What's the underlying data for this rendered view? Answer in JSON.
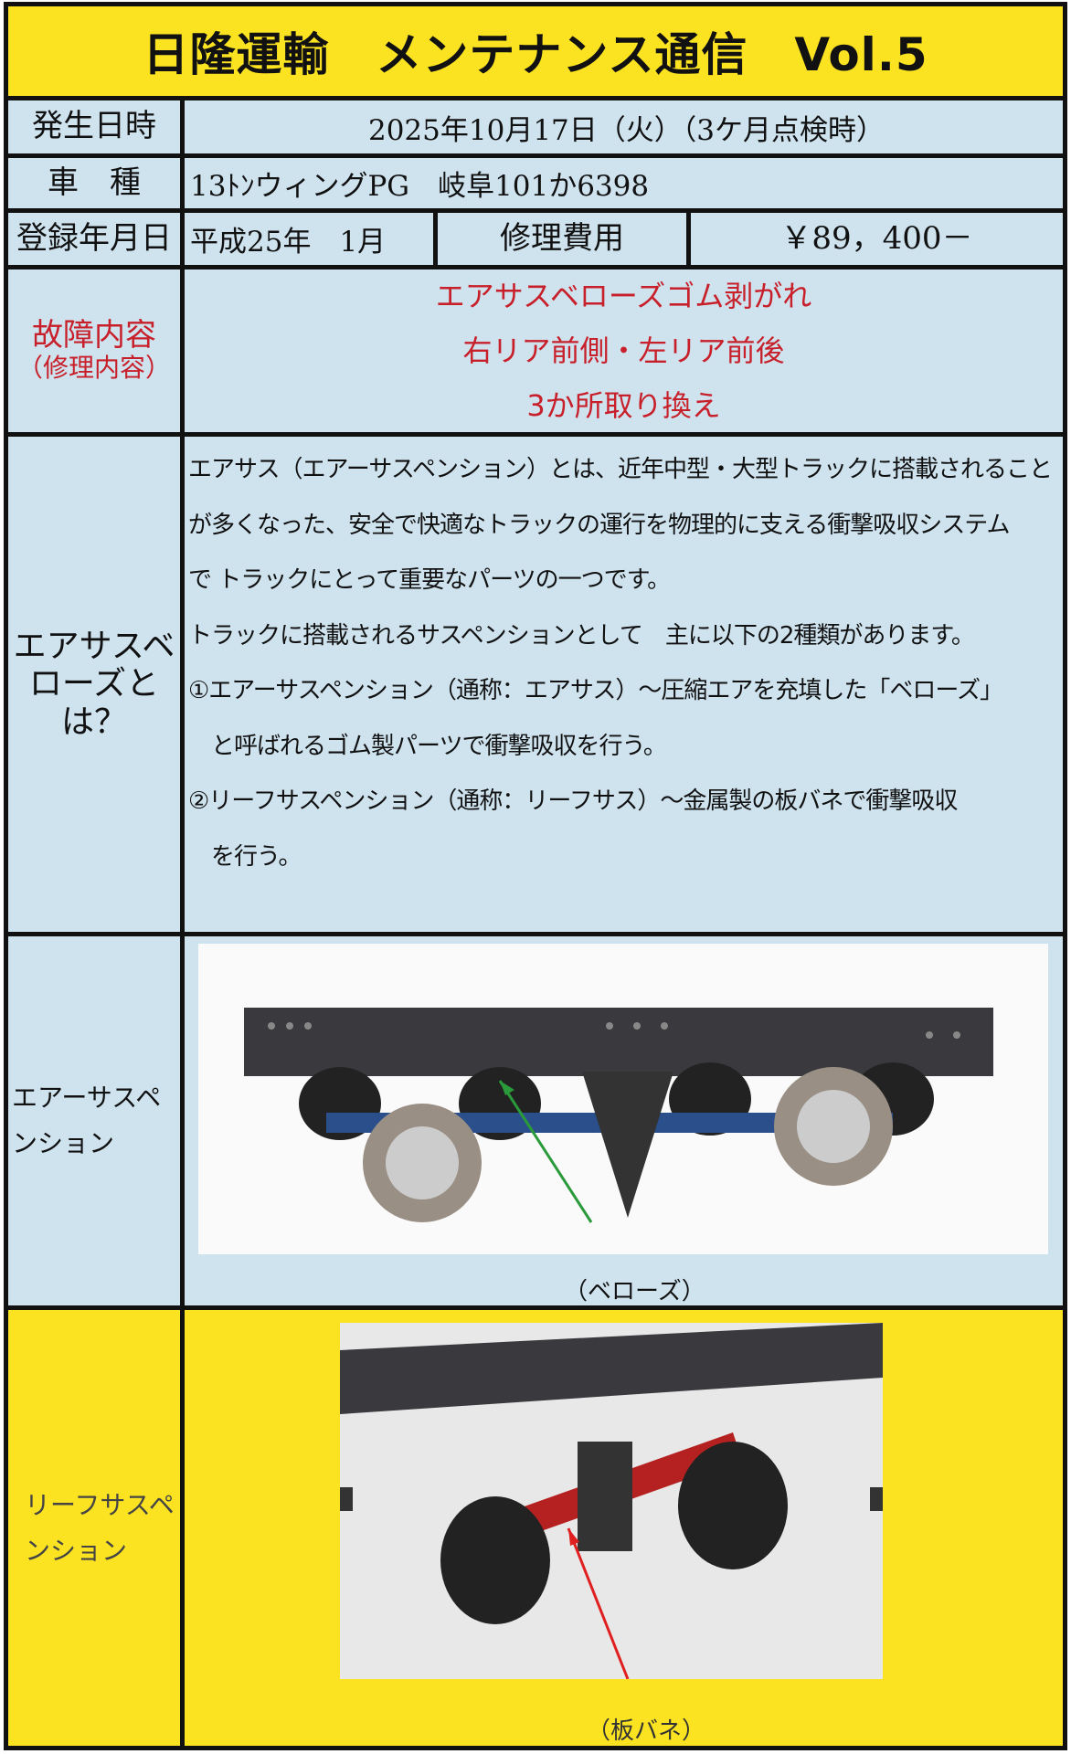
{
  "title": "日隆運輸　メンテナンス通信　Vol.5",
  "occurrence": {
    "label": "発生日時",
    "value": "2025年10月17日（火）（3ケ月点検時）"
  },
  "vehicle": {
    "label": "車　種",
    "value": "13ﾄﾝウィングPG　岐阜101か6398"
  },
  "registration": {
    "label": "登録年月日",
    "value": "平成25年　1月",
    "cost_label": "修理費用",
    "cost_value": "￥89，400－"
  },
  "fault": {
    "label": "故障内容",
    "sublabel": "（修理内容）",
    "lines": [
      "エアサスベローズゴム剥がれ",
      "右リア前側・左リア前後",
      "3か所取り換え"
    ]
  },
  "about": {
    "label": "エアサスベローズとは？",
    "lines": [
      "エアサス（エアーサスペンション）とは、近年中型・大型トラックに搭載されること",
      "が多くなった、安全で快適なトラックの運行を物理的に支える衝撃吸収システム",
      "で  トラックにとって重要なパーツの一つです。",
      "トラックに搭載されるサスペンションとして　主に以下の2種類があります。",
      "①エアーサスペンション（通称：エアサス）～圧縮エアを充填した「ベローズ」",
      "　と呼ばれるゴム製パーツで衝撃吸収を行う。",
      "②リーフサスペンション（通称：リーフサス）～金属製の板バネで衝撃吸収",
      "　を行う。"
    ]
  },
  "air_suspension": {
    "label": "エアーサスペンション",
    "caption": "（ベローズ）"
  },
  "leaf_suspension": {
    "label": "リーフサスペンション",
    "caption": "（板バネ）"
  }
}
